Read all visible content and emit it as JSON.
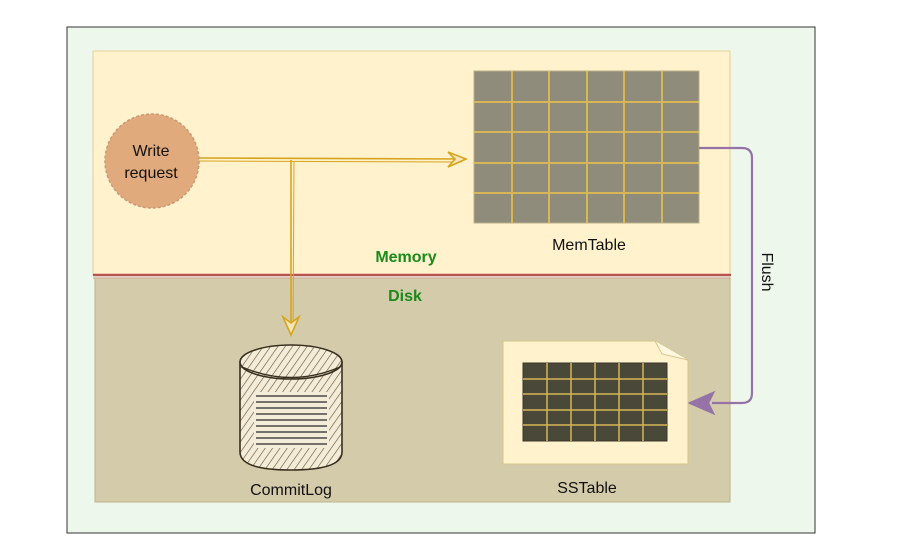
{
  "diagram": {
    "write_request_label_line1": "Write",
    "write_request_label_line2": "request",
    "memtable_label": "MemTable",
    "memory_label": "Memory",
    "disk_label": "Disk",
    "flush_label": "Flush",
    "commitlog_label": "CommitLog",
    "sstable_label": "SSTable"
  },
  "colors": {
    "outer_bg": "#edf7ec",
    "memory_bg": "#fff2cc",
    "disk_bg": "#d4cbaa",
    "divider": "#b85450",
    "section_label": "#1a8a1a",
    "write_arrow": "#d6a520",
    "flush_arrow": "#9673a6",
    "node_fill": "#e1aa7c",
    "table_cell": "#8f8c7c",
    "table_grid": "#d6b656",
    "sstable_cell": "#4a4838"
  }
}
